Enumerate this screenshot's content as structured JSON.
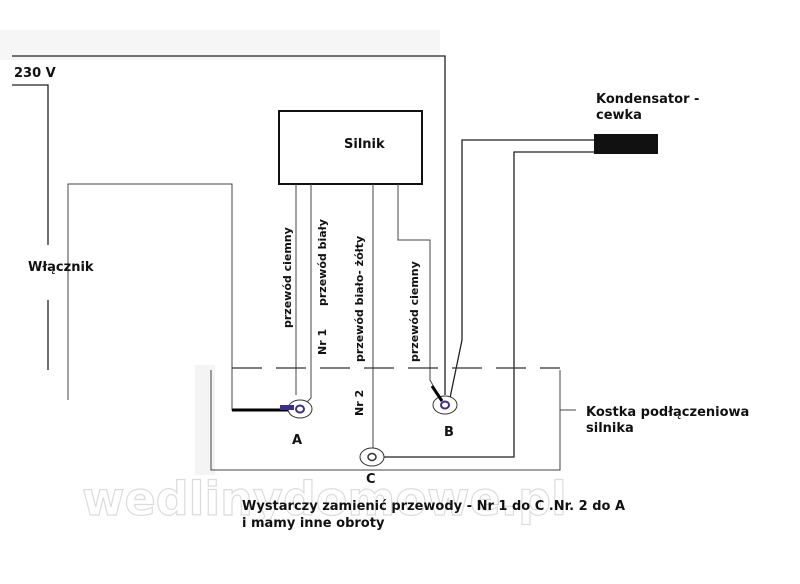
{
  "labels": {
    "voltage": "230 V",
    "switch": "Włącznik",
    "motor": "Silnik",
    "capacitor_line1": "Kondensator -",
    "capacitor_line2": "cewka",
    "terminal_block_line1": "Kostka podłączeniowa",
    "terminal_block_line2": "silnika",
    "wire_dark_1": "przewód ciemny",
    "wire_white": "przewód biały",
    "wire_white_yellow": "przewód biało- żółty",
    "wire_dark_2": "przewód ciemny",
    "nr1": "Nr 1",
    "nr2": "Nr 2",
    "terminal_a": "A",
    "terminal_b": "B",
    "terminal_c": "C",
    "note_line1": "Wystarczy zamienić przewody - Nr 1 do C .Nr. 2 do A",
    "note_line2": "i mamy inne obroty",
    "watermark": "wedlinydomowe.pl"
  },
  "colors": {
    "wire": "#222222",
    "capacitor": "#111111",
    "terminal_accent": "#3a2f8f",
    "watermark_stroke": "#d9d9d9"
  }
}
